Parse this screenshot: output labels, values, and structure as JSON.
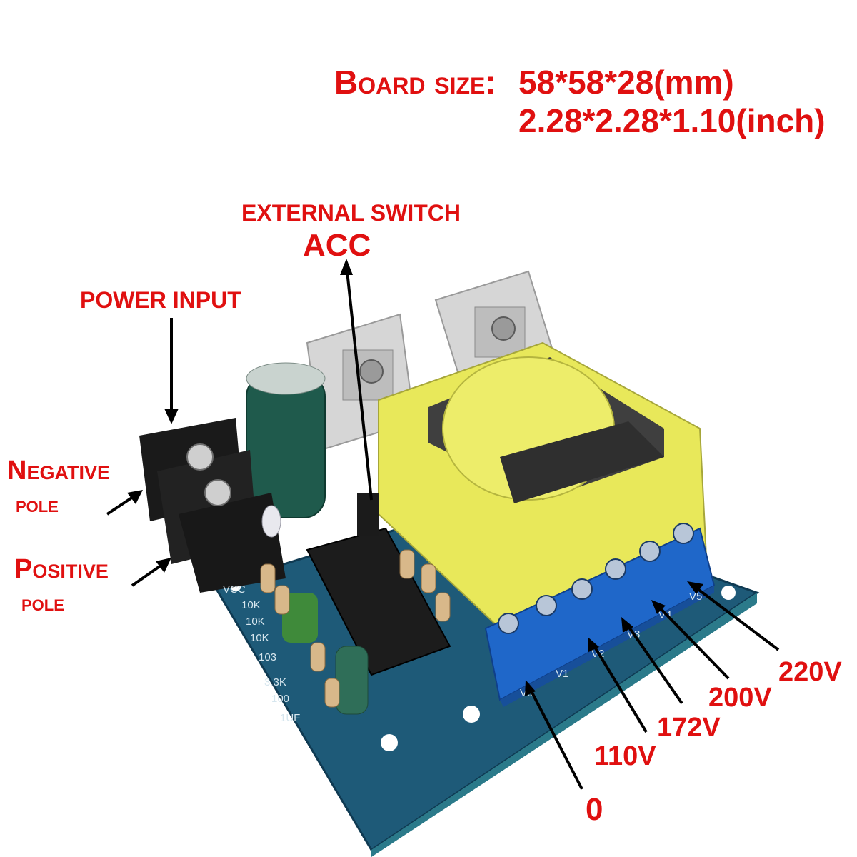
{
  "header": {
    "board_size_label": "Board size:",
    "size_mm": "58*58*28(mm)",
    "size_inch": "2.28*2.28*1.10(inch)"
  },
  "callouts": {
    "external_switch": "EXTERNAL SWITCH",
    "acc": "ACC",
    "power_input": "POWER INPUT",
    "negative_line1": "Negative",
    "negative_line2": "pole",
    "positive_line1": "Positive",
    "positive_line2": "pole"
  },
  "outputs": {
    "v220": "220V",
    "v200": "200V",
    "v172": "172V",
    "v110": "110V",
    "v0": "0"
  },
  "board_silkscreen": {
    "vcc": "VCC",
    "r1": "10K",
    "r2": "10K",
    "r3": "10K",
    "r4": "103",
    "r5": "3.3K",
    "r6": "100",
    "c1": "1UF",
    "t1": "V0",
    "t2": "V1",
    "t3": "V2",
    "t4": "V3",
    "t5": "V4",
    "t6": "V5"
  },
  "colors": {
    "label_red": "#e01010",
    "board_blue": "#1e5a78",
    "terminal_blue": "#1f67c9",
    "transformer_yellow": "#e8e85a"
  }
}
